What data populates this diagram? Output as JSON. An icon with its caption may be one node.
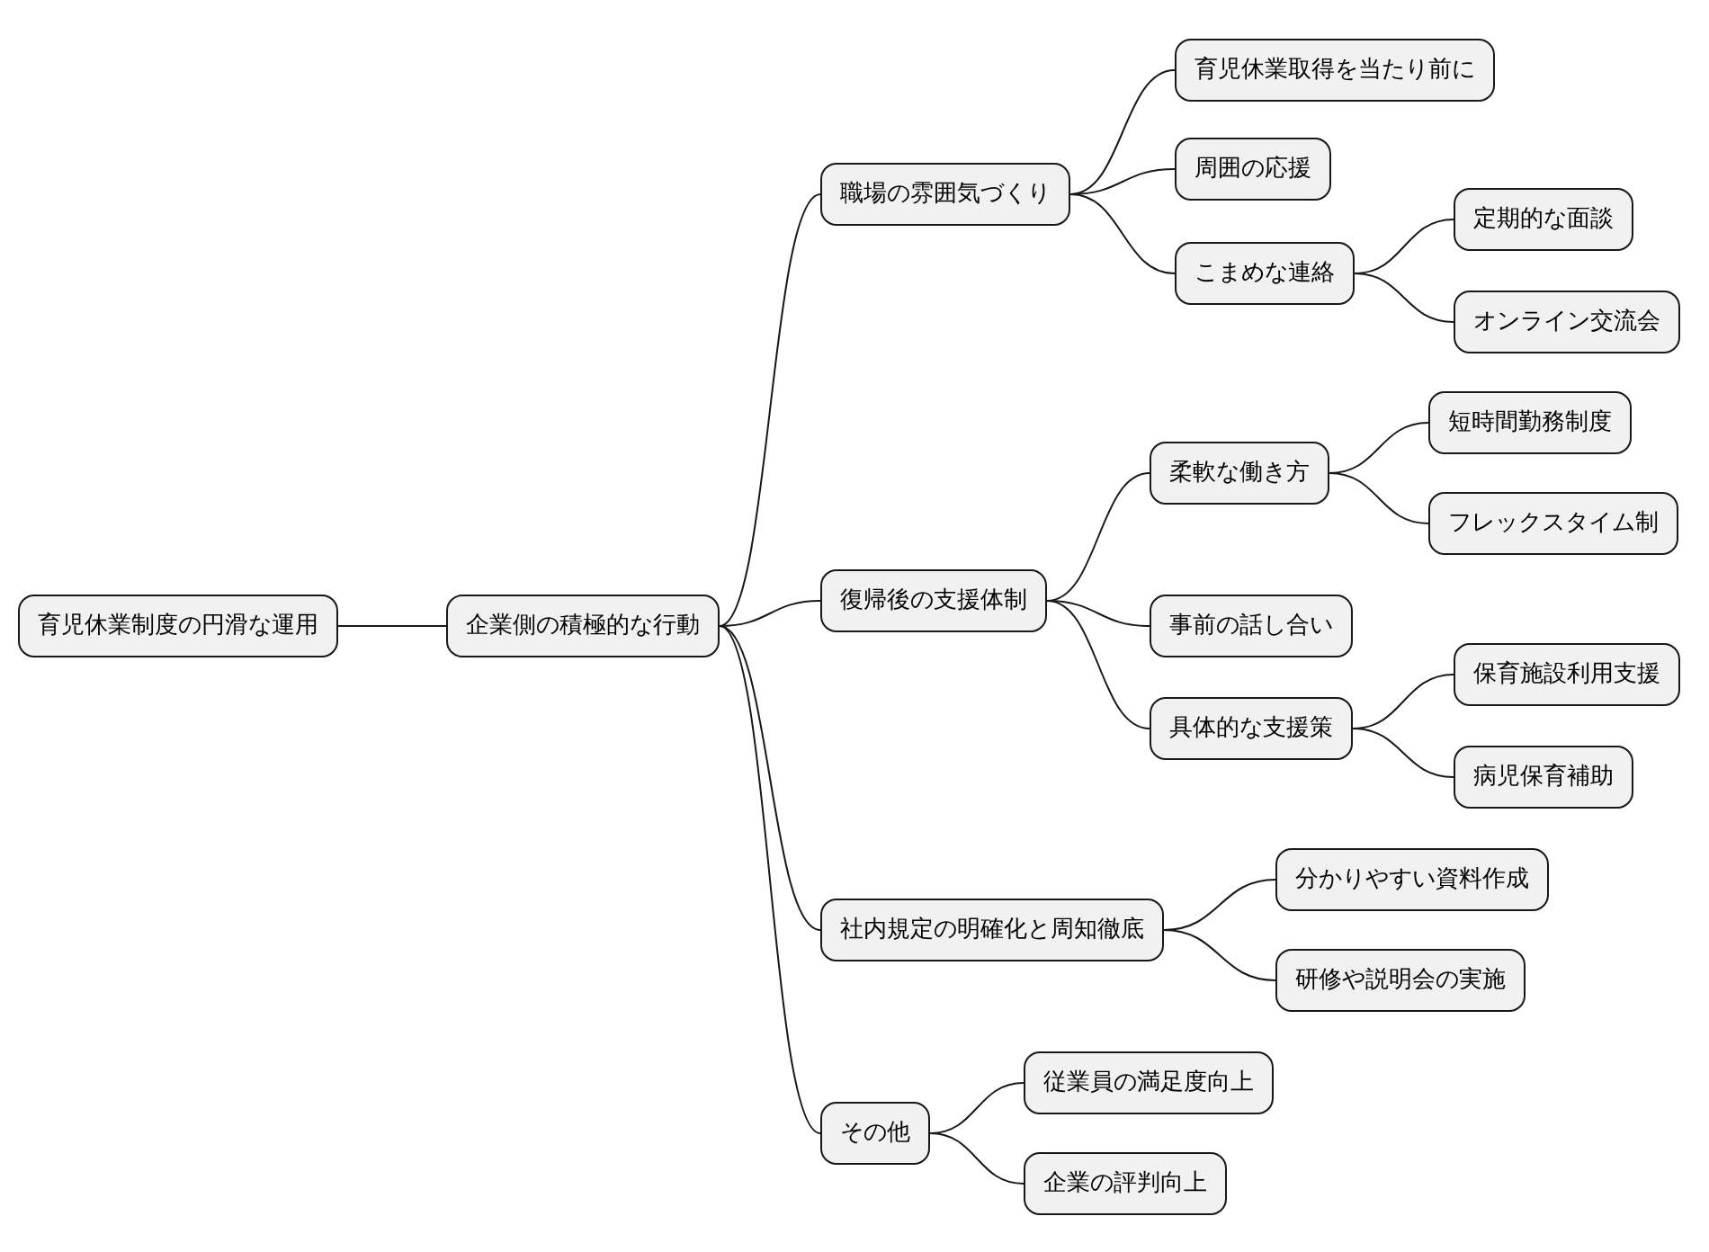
{
  "diagram": {
    "nodes": [
      {
        "text": [
          "育児休業制度の円滑な運用"
        ]
      },
      {
        "text": [
          "企業側の積極的な行動"
        ]
      },
      {
        "text": [
          "職場の雰囲気づくり"
        ]
      },
      {
        "text": [
          "育児休業取得を当たり前に"
        ]
      },
      {
        "text": [
          "周囲の応援"
        ]
      },
      {
        "text": [
          "こまめな連絡"
        ]
      },
      {
        "text": [
          "定期的な面談"
        ]
      },
      {
        "text": [
          "オンライン交流会"
        ]
      },
      {
        "text": [
          "復帰後の支援体制"
        ]
      },
      {
        "text": [
          "柔軟な働き方"
        ]
      },
      {
        "text": [
          "短時間勤務制度"
        ]
      },
      {
        "text": [
          "フレックスタイム制"
        ]
      },
      {
        "text": [
          "事前の話し合い"
        ]
      },
      {
        "text": [
          "具体的な支援策"
        ]
      },
      {
        "text": [
          "保育施設利用支援"
        ]
      },
      {
        "text": [
          "病児保育補助"
        ]
      },
      {
        "text": [
          "社内規定の明確化と周知徹底"
        ]
      },
      {
        "text": [
          "分かりやすい資料作成"
        ]
      },
      {
        "text": [
          "研修や説明会の実施"
        ]
      },
      {
        "text": [
          "その他"
        ]
      },
      {
        "text": [
          "従業員の満足度向上"
        ]
      },
      {
        "text": [
          "企業の評判向上"
        ]
      }
    ],
    "edges": [
      {
        "from": 0,
        "to": 1,
        "arrow": "none"
      },
      {
        "from": 1,
        "to": 2,
        "arrow": "none"
      },
      {
        "from": 2,
        "to": 3,
        "arrow": "none"
      },
      {
        "from": 2,
        "to": 4,
        "arrow": "none"
      },
      {
        "from": 2,
        "to": 5,
        "arrow": "none"
      },
      {
        "from": 5,
        "to": 6,
        "arrow": "none"
      },
      {
        "from": 5,
        "to": 7,
        "arrow": "none"
      },
      {
        "from": 1,
        "to": 8,
        "arrow": "none"
      },
      {
        "from": 8,
        "to": 9,
        "arrow": "none"
      },
      {
        "from": 9,
        "to": 10,
        "arrow": "none"
      },
      {
        "from": 9,
        "to": 11,
        "arrow": "none"
      },
      {
        "from": 8,
        "to": 12,
        "arrow": "none"
      },
      {
        "from": 8,
        "to": 13,
        "arrow": "none"
      },
      {
        "from": 13,
        "to": 14,
        "arrow": "none"
      },
      {
        "from": 13,
        "to": 15,
        "arrow": "none"
      },
      {
        "from": 1,
        "to": 16,
        "arrow": "none"
      },
      {
        "from": 16,
        "to": 17,
        "arrow": "none"
      },
      {
        "from": 16,
        "to": 18,
        "arrow": "none"
      },
      {
        "from": 1,
        "to": 19,
        "arrow": "none"
      },
      {
        "from": 19,
        "to": 20,
        "arrow": "none"
      },
      {
        "from": 19,
        "to": 21,
        "arrow": "none"
      }
    ]
  }
}
